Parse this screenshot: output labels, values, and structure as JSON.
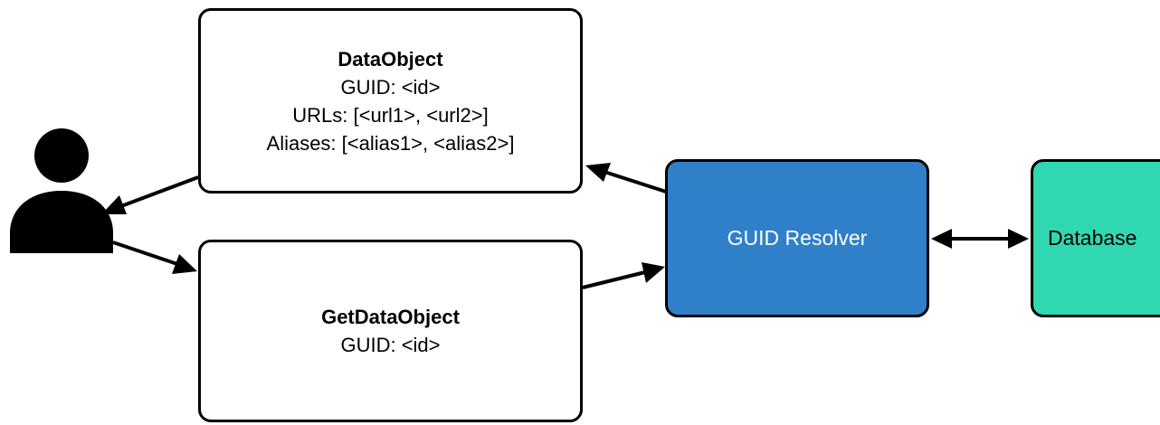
{
  "data_object": {
    "title": "DataObject",
    "guid": "GUID: <id>",
    "urls": "URLs: [<url1>, <url2>]",
    "aliases": "Aliases: [<alias1>, <alias2>]"
  },
  "get_data_object": {
    "title": "GetDataObject",
    "guid": "GUID: <id>"
  },
  "resolver": {
    "label": "GUID Resolver",
    "color": "#2f80c8"
  },
  "database": {
    "label": "Database",
    "color": "#2fd8b0"
  },
  "user": {
    "icon": "user-icon"
  }
}
